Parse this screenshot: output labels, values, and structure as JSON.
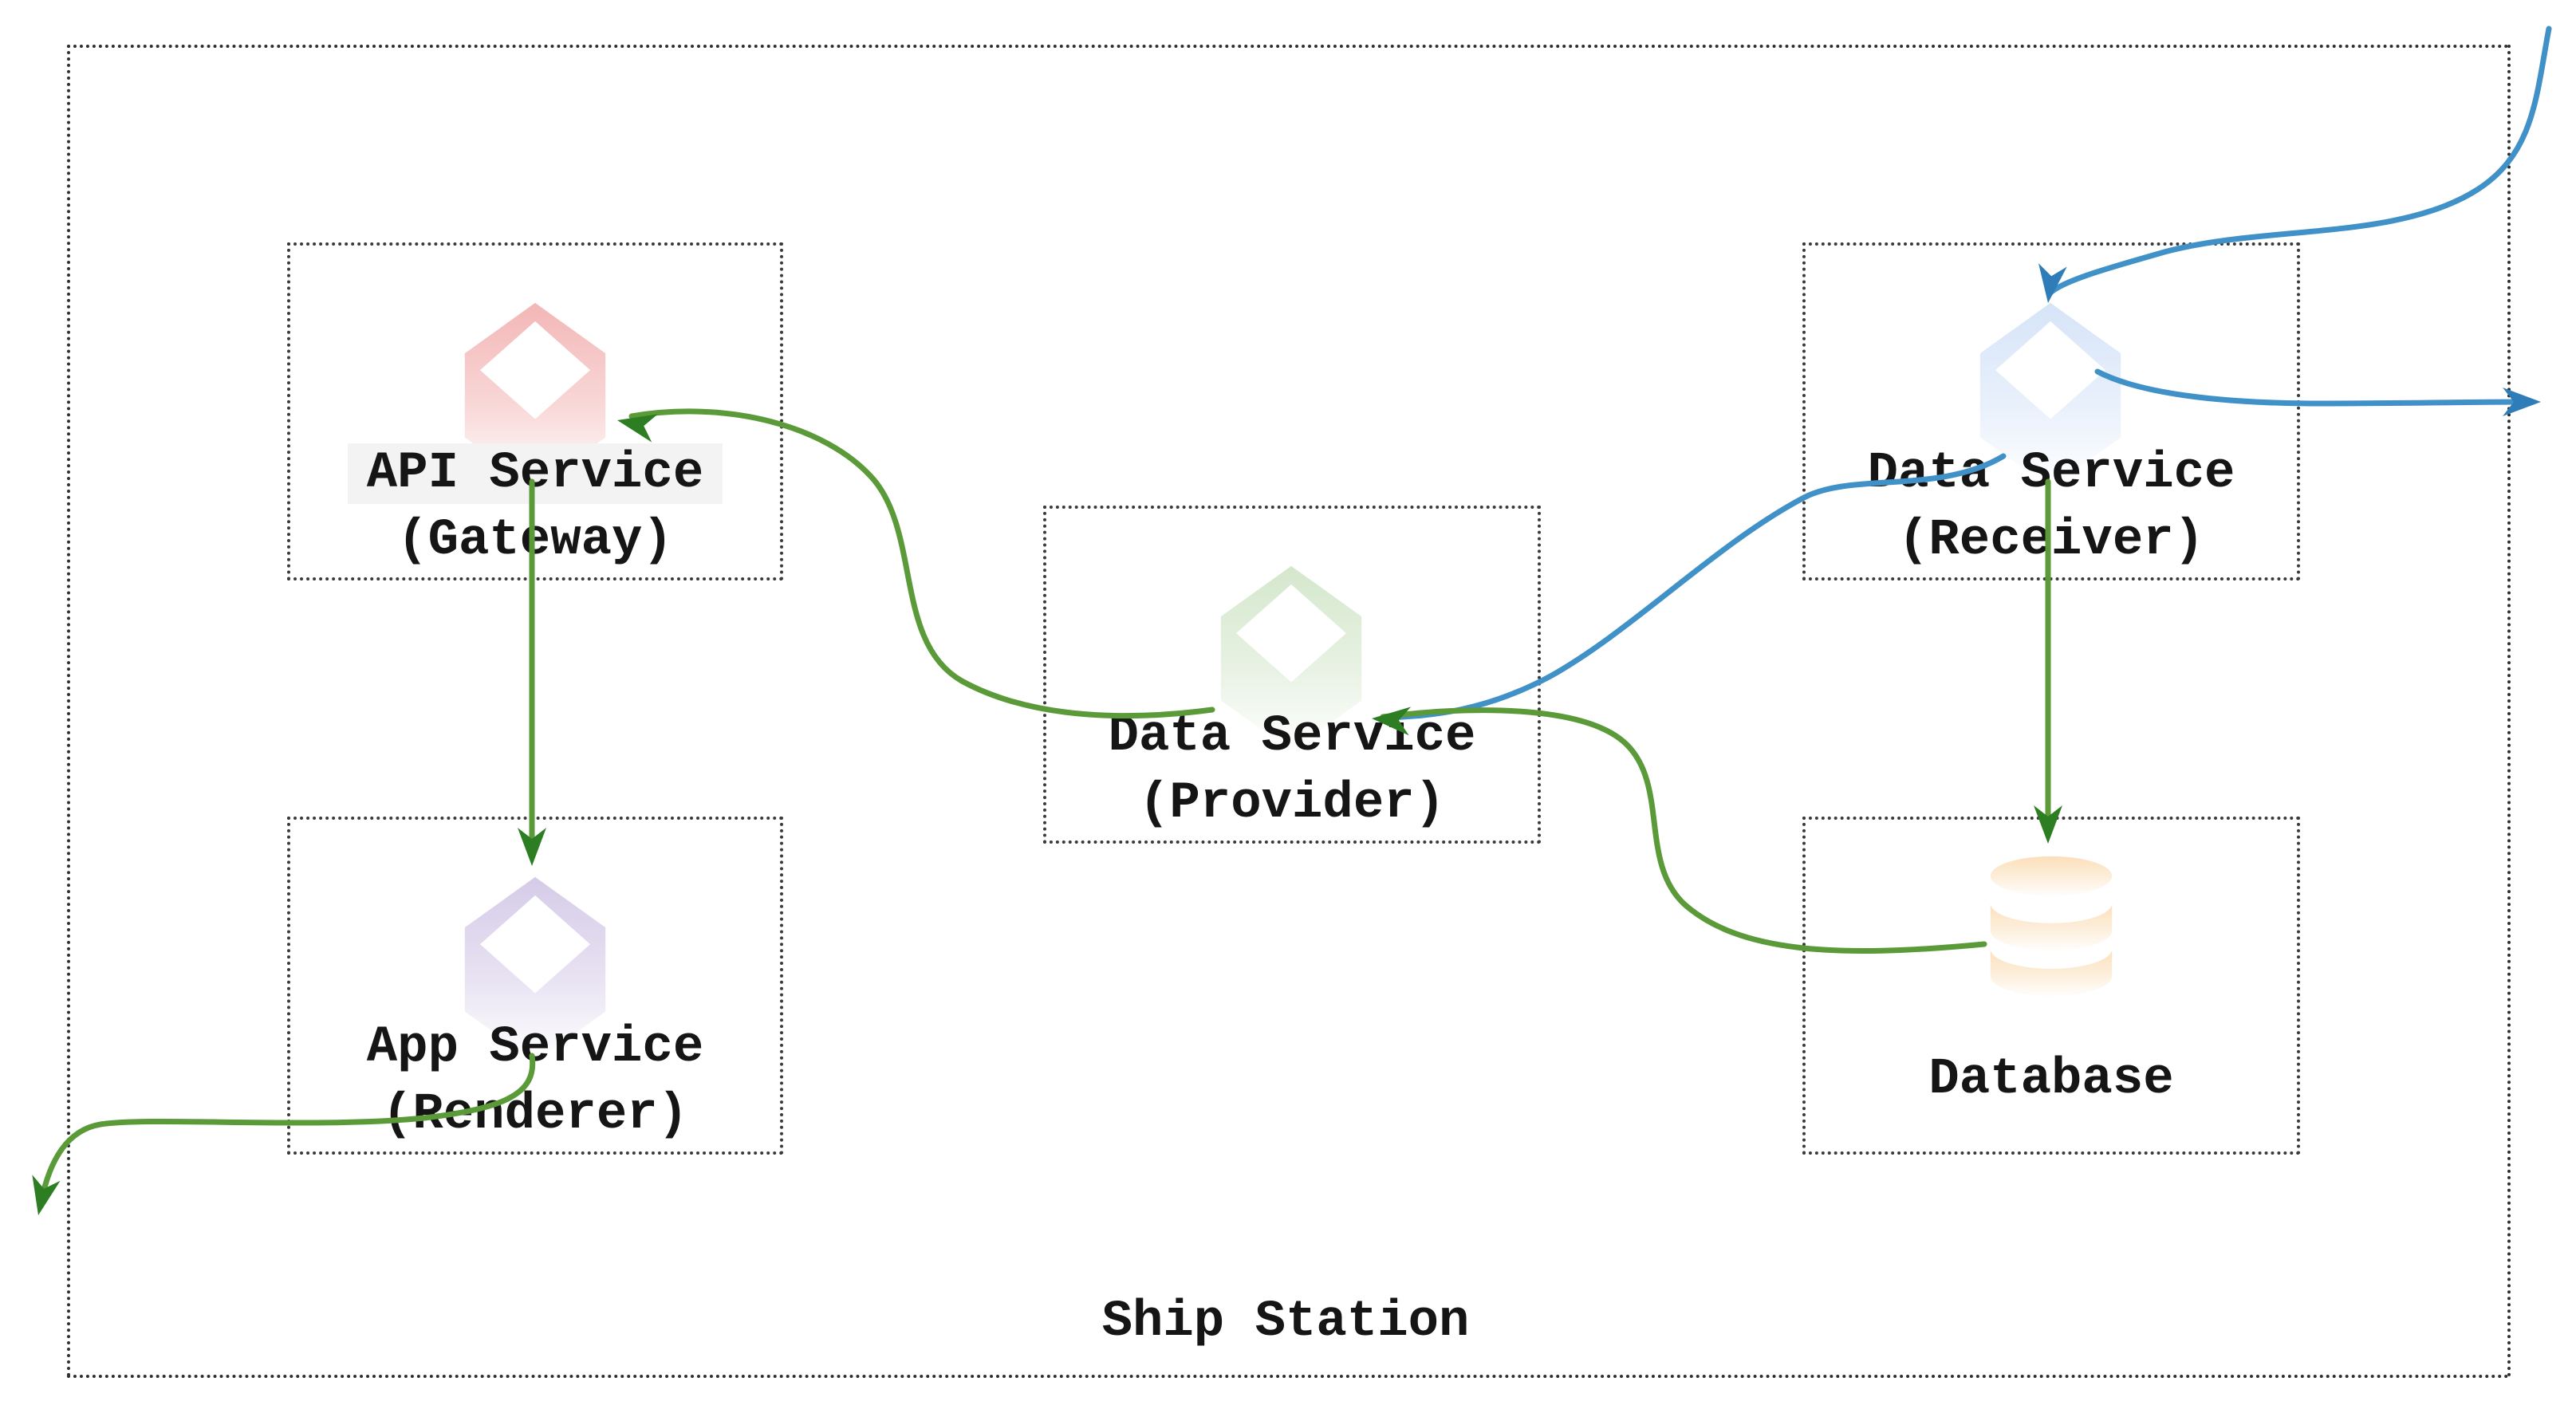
{
  "diagram": {
    "container": {
      "label": "Ship Station"
    },
    "nodes": {
      "api": {
        "line1": "API Service",
        "line2": "(Gateway)",
        "icon": "cube-icon",
        "color": "#f3b6b6"
      },
      "app": {
        "line1": "App Service",
        "line2": "(Renderer)",
        "icon": "cube-icon",
        "color": "#d5cbe8"
      },
      "provider": {
        "line1": "Data Service",
        "line2": "(Provider)",
        "icon": "cube-icon",
        "color": "#d4e7cc"
      },
      "receiver": {
        "line1": "Data Service",
        "line2": "(Receiver)",
        "icon": "cube-icon",
        "color": "#d6e4f8"
      },
      "database": {
        "line1": "Database",
        "icon": "database-icon",
        "color": "#fbdfba"
      }
    },
    "edges": [
      {
        "from": "external-top-right",
        "to": "receiver",
        "color": "blue"
      },
      {
        "from": "receiver",
        "to": "external-right",
        "color": "blue"
      },
      {
        "from": "receiver",
        "to": "provider",
        "color": "blue"
      },
      {
        "from": "receiver",
        "to": "database",
        "color": "green"
      },
      {
        "from": "database",
        "to": "provider",
        "color": "green"
      },
      {
        "from": "provider",
        "to": "api",
        "color": "green"
      },
      {
        "from": "api",
        "to": "app",
        "color": "green"
      },
      {
        "from": "app",
        "to": "external-bottom-left",
        "color": "green"
      }
    ],
    "colors": {
      "green": "#5b9a38",
      "green_head": "#2d7d22",
      "blue": "#4191c9",
      "blue_head": "#2e7cb8",
      "border": "#2f2f2f",
      "text": "#151515",
      "api_label_bg": "#f3f3f3",
      "white": "#ffffff"
    }
  }
}
